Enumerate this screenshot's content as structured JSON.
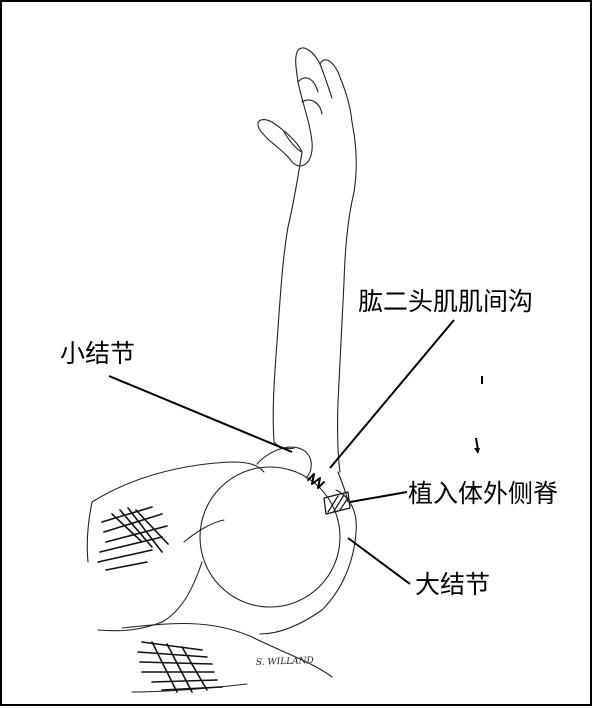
{
  "figure": {
    "labels": {
      "lesser_tubercle": "小结节",
      "bicipital_groove": "肱二头肌肌间沟",
      "implant_lateral_fin": "植入体外侧脊",
      "greater_tubercle": "大结节"
    },
    "signature": "S. WILLAND"
  }
}
